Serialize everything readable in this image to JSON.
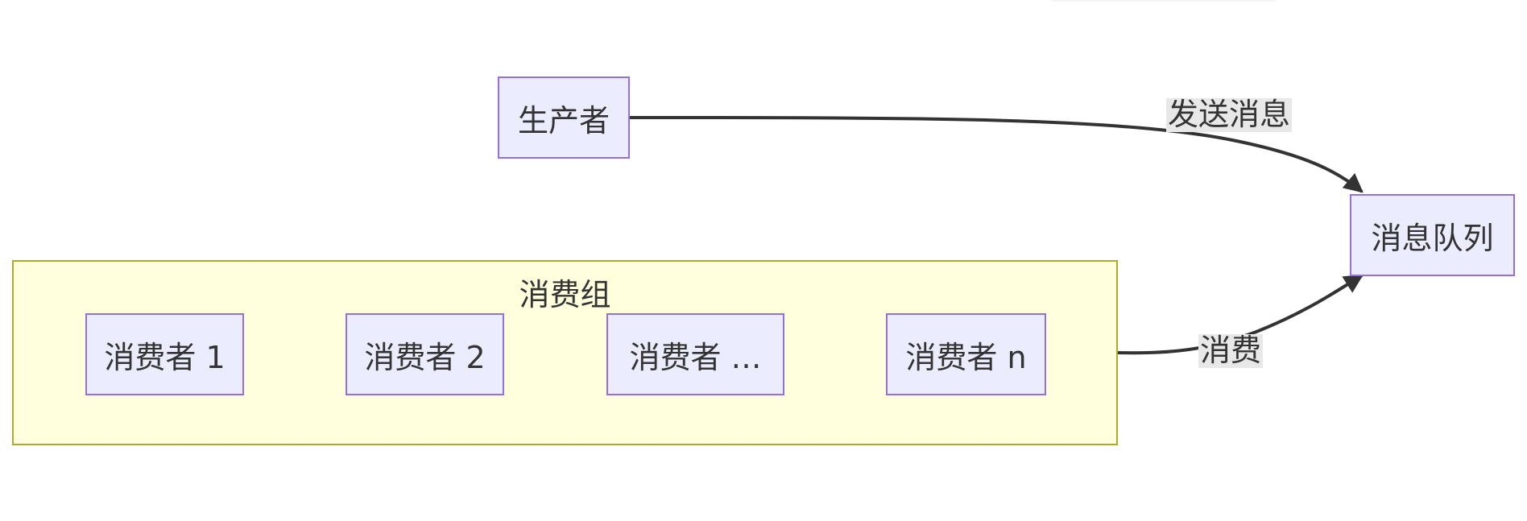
{
  "nodes": {
    "producer": "生产者",
    "queue": "消息队列"
  },
  "group": {
    "title": "消费组",
    "consumers": [
      "消费者 1",
      "消费者 2",
      "消费者 …",
      "消费者 n"
    ]
  },
  "edges": {
    "send": "发送消息",
    "consume": "消费"
  },
  "colors": {
    "node_fill": "#ececff",
    "node_border": "#9370db",
    "group_fill": "#ffffde",
    "group_border": "#aaaa33",
    "edge": "#333333",
    "edge_label_bg": "#e8e8e8"
  }
}
